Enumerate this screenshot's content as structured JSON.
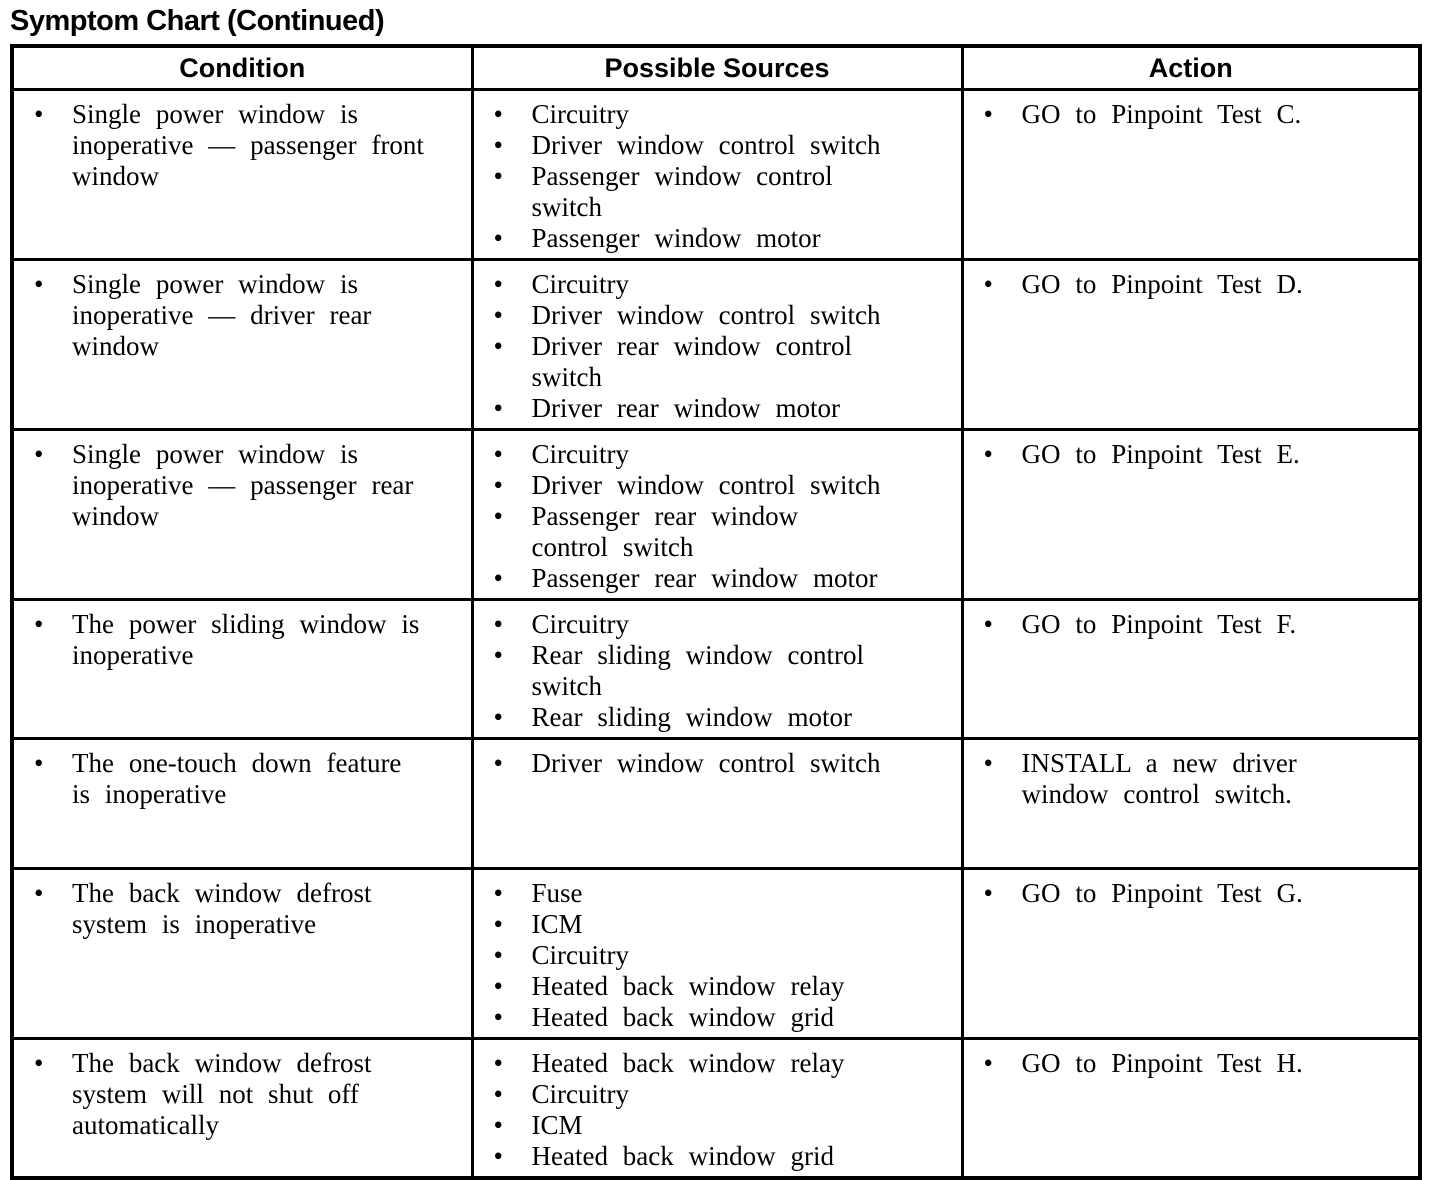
{
  "page_title": "Symptom Chart (Continued)",
  "icons": {
    "bullet": "•"
  },
  "colors": {
    "text": "#000000",
    "background": "#ffffff",
    "border": "#000000"
  },
  "table": {
    "headers": [
      "Condition",
      "Possible Sources",
      "Action"
    ],
    "rows": [
      {
        "condition": [
          "Single power window is\ninoperative — passenger front\nwindow"
        ],
        "sources": [
          "Circuitry",
          "Driver window control switch",
          "Passenger window control\nswitch",
          "Passenger window motor"
        ],
        "action": [
          "GO to Pinpoint Test C."
        ]
      },
      {
        "condition": [
          "Single power window is\ninoperative — driver rear\nwindow"
        ],
        "sources": [
          "Circuitry",
          "Driver window control switch",
          "Driver rear window control\nswitch",
          "Driver rear window motor"
        ],
        "action": [
          "GO to Pinpoint Test D."
        ]
      },
      {
        "condition": [
          "Single power window is\ninoperative — passenger rear\nwindow"
        ],
        "sources": [
          "Circuitry",
          "Driver window control switch",
          "Passenger rear window\ncontrol switch",
          "Passenger rear window motor"
        ],
        "action": [
          "GO to Pinpoint Test E."
        ]
      },
      {
        "condition": [
          "The power sliding window is\ninoperative"
        ],
        "sources": [
          "Circuitry",
          "Rear sliding window control\nswitch",
          "Rear sliding window motor"
        ],
        "action": [
          "GO to Pinpoint Test F."
        ]
      },
      {
        "condition": [
          "The one-touch down feature\nis inoperative"
        ],
        "sources": [
          "Driver window control switch"
        ],
        "action": [
          "INSTALL a new driver\nwindow control switch."
        ]
      },
      {
        "condition": [
          "The back window defrost\nsystem is inoperative"
        ],
        "sources": [
          "Fuse",
          "ICM",
          "Circuitry",
          "Heated back window relay",
          "Heated back window grid"
        ],
        "action": [
          "GO to Pinpoint Test G."
        ]
      },
      {
        "condition": [
          "The back window defrost\nsystem will not shut off\nautomatically"
        ],
        "sources": [
          "Heated back window relay",
          "Circuitry",
          "ICM",
          "Heated back window grid"
        ],
        "action": [
          "GO to Pinpoint Test H."
        ]
      }
    ]
  }
}
